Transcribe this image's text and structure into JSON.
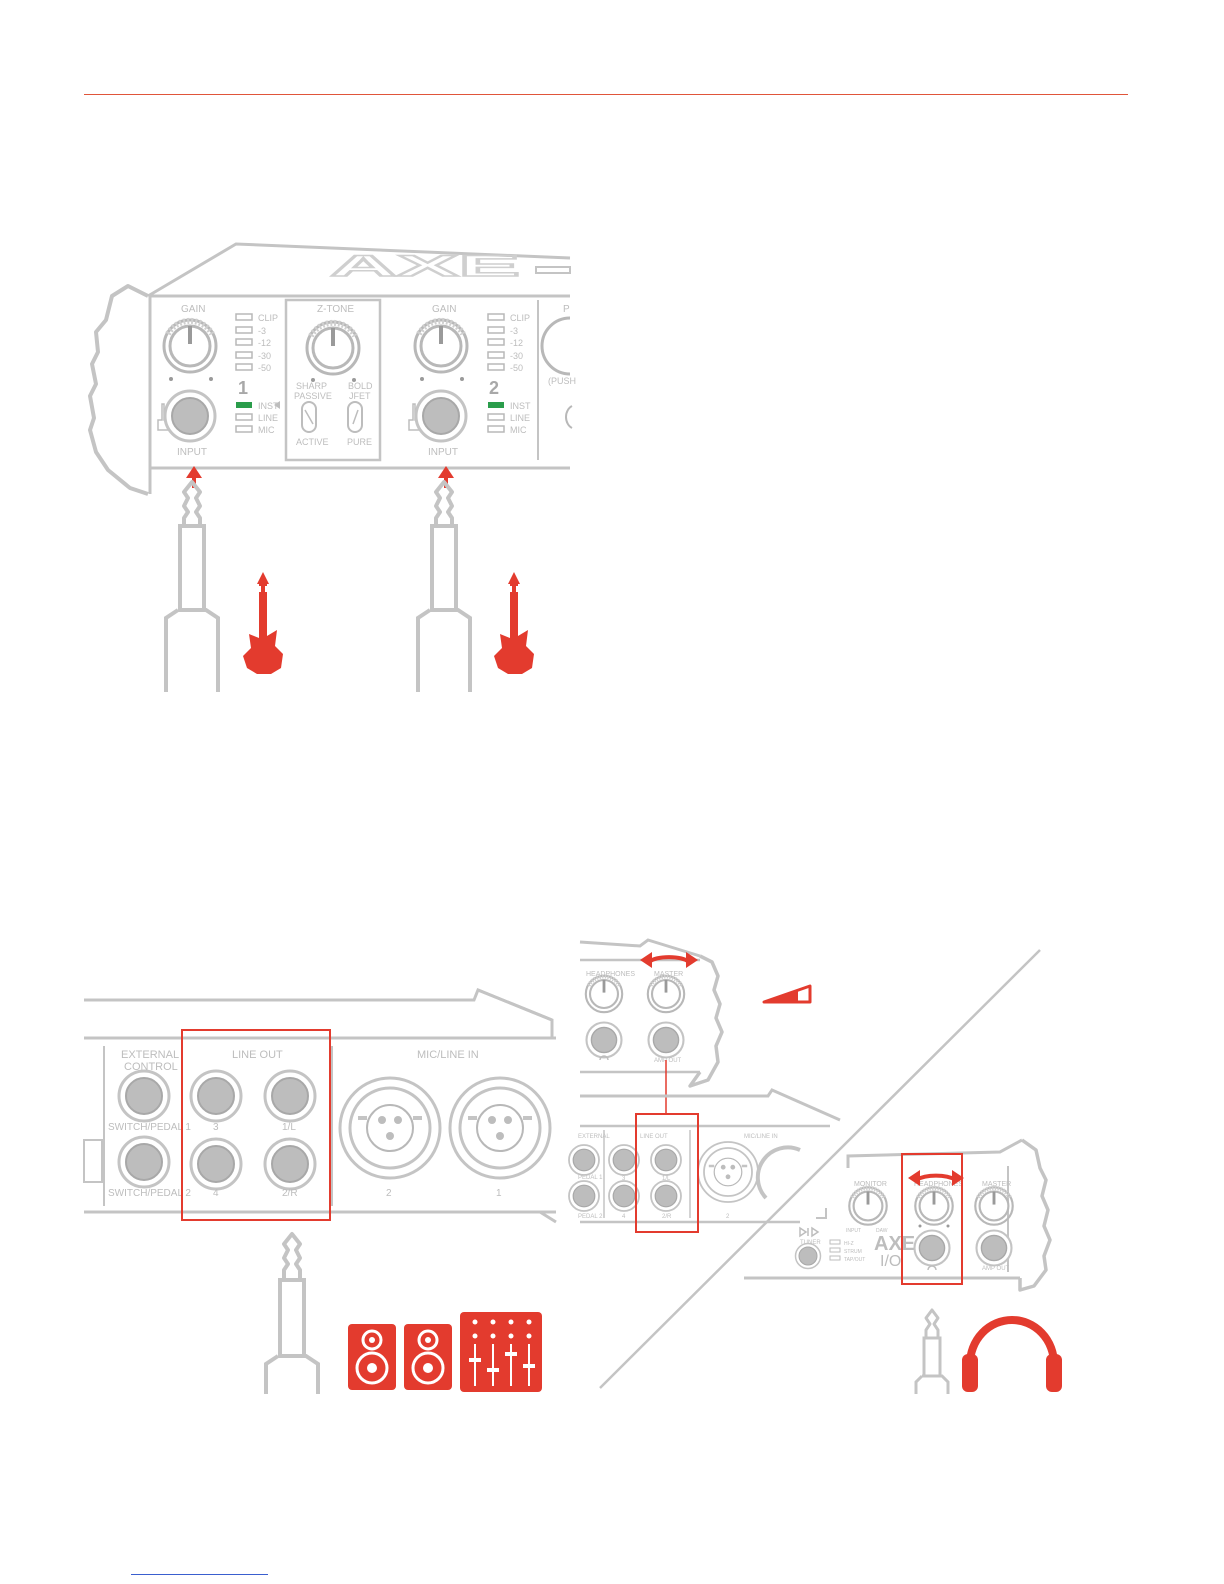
{
  "colors": {
    "accent": "#e33b2e",
    "device_line": "#c4c4c4",
    "device_label": "#bdbdbd",
    "meter_green": "#2a9d4b",
    "header_rule": "#e0553a",
    "footer_link": "#3a5fcf"
  },
  "front_panel": {
    "channel1": {
      "gain": "GAIN",
      "meter": [
        "CLIP",
        "-3",
        "-12",
        "-30",
        "-50"
      ],
      "number": "1",
      "modes": [
        "INST",
        "LINE",
        "MIC"
      ],
      "input": "INPUT"
    },
    "ztone": {
      "title": "Z-TONE",
      "sharp": "SHARP",
      "passive": "PASSIVE",
      "active": "ACTIVE",
      "bold": "BOLD",
      "jfet": "JFET",
      "pure": "PURE"
    },
    "channel2": {
      "gain": "GAIN",
      "meter": [
        "CLIP",
        "-3",
        "-12",
        "-30",
        "-50"
      ],
      "number": "2",
      "modes": [
        "INST",
        "LINE",
        "MIC"
      ],
      "input": "INPUT"
    },
    "cut_label": "(PUSH",
    "cut_letter": "P",
    "top_logo": "AXE"
  },
  "rear_panel": {
    "external_control_1": "EXTERNAL",
    "external_control_2": "CONTROL",
    "switch_pedal_1": "SWITCH/PEDAL 1",
    "switch_pedal_2": "SWITCH/PEDAL 2",
    "line_out": "LINE OUT",
    "jack_labels": [
      "3",
      "1/L",
      "4",
      "2/R"
    ],
    "mic_line_in": "MIC/LINE IN",
    "xlr_labels": [
      "2",
      "1"
    ]
  },
  "right_diagram": {
    "headphones": "HEADPHONES",
    "master": "MASTER",
    "amp_out": "AMP OUT",
    "mini_rear_ext": "EXTERNAL",
    "mini_rear_lineout": "LINE OUT",
    "mini_rear_micline": "MIC/LINE IN",
    "mini_rear_jacks": [
      "3",
      "1/L",
      "4",
      "2/R"
    ],
    "mini_rear_xlr": "2",
    "mini_rear_pedal1": "PEDAL 1",
    "mini_rear_pedal2": "PEDAL 2",
    "monitor": "MONITOR",
    "input_label": "INPUT",
    "daw": "DAW",
    "tuner": "TUNER",
    "leds": [
      "HI-Z",
      "STRUM",
      "TAP/OUT"
    ],
    "logo_top": "AXE",
    "logo_bottom": "I/O"
  }
}
